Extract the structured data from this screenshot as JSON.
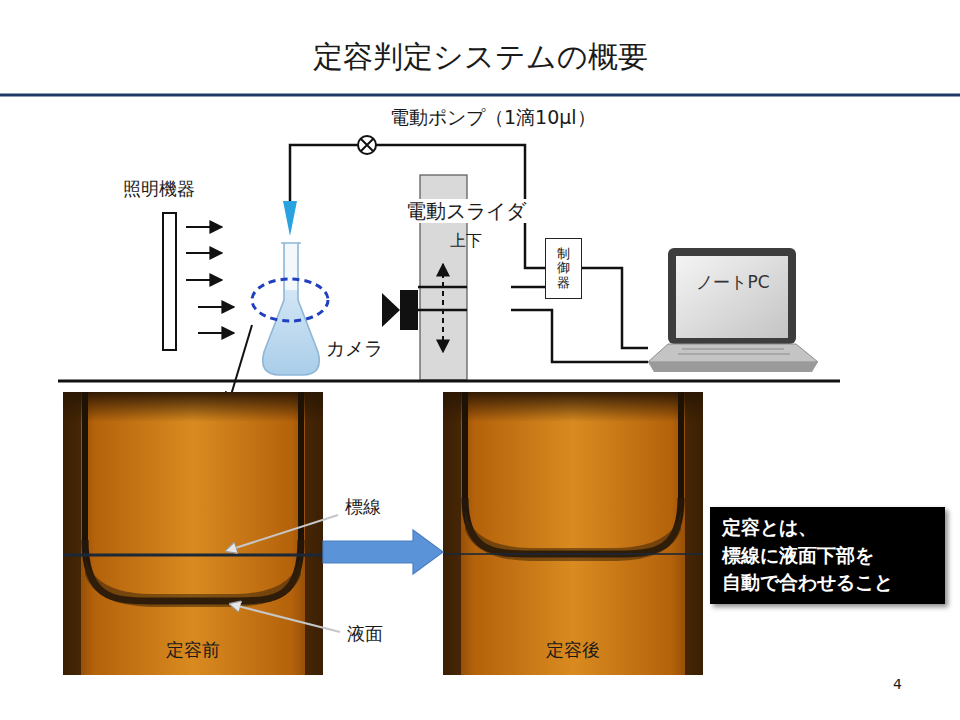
{
  "diagram": {
    "title": "定容判定システムの概要",
    "nodes": [
      {
        "text": [
          "電動スライダ",
          "上下"
        ]
      },
      {
        "text": [
          "制御器"
        ]
      },
      {
        "text": [
          "ノートPC"
        ]
      },
      {
        "text": [
          "定容前"
        ]
      },
      {
        "text": [
          "定容後"
        ]
      },
      {
        "text": [
          "定容とは、 標線に液面下部を 自動で合わせること"
        ]
      }
    ],
    "edges": [
      {
        "from": 0,
        "to": 1,
        "arrow": "none"
      },
      {
        "from": 1,
        "to": 2,
        "arrow": "none"
      },
      {
        "from": 0,
        "to": 2,
        "arrow": "none"
      },
      {
        "from": 3,
        "to": 4,
        "arrow": "to"
      }
    ],
    "labels": [
      "電動ポンプ（1滴10μl）",
      "照明機器",
      "カメラ",
      "標線",
      "液面",
      "4"
    ]
  }
}
